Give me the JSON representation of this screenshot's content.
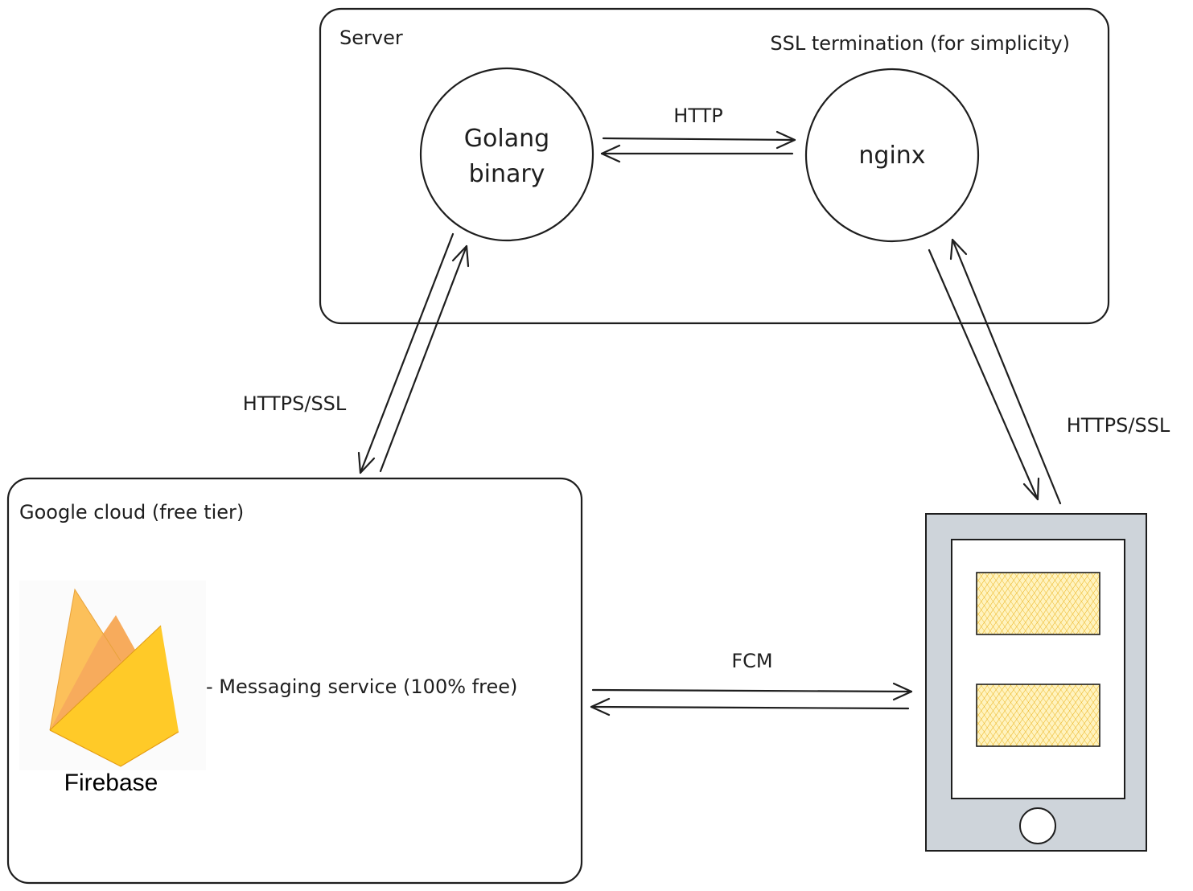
{
  "server": {
    "title": "Server",
    "note": "SSL termination (for simplicity)",
    "golang_label": [
      "Golang",
      "binary"
    ],
    "nginx_label": "nginx",
    "http_label": "HTTP"
  },
  "google_cloud": {
    "title": "Google cloud (free tier)",
    "firebase_label": "Firebase",
    "service_label": "- Messaging service (100% free)"
  },
  "links": {
    "server_to_cloud": "HTTPS/SSL",
    "server_to_device": "HTTPS/SSL",
    "cloud_to_device": "FCM"
  },
  "colors": {
    "stroke": "#1e1e1e",
    "device_body": "#ced4da",
    "placeholder": "#ffd43b",
    "firebase_orange": "#f6820c",
    "firebase_amber": "#fca326",
    "firebase_yellow": "#ffcb2b"
  },
  "icons": {
    "firebase": "firebase-flame-icon",
    "device": "mobile-phone-icon"
  }
}
